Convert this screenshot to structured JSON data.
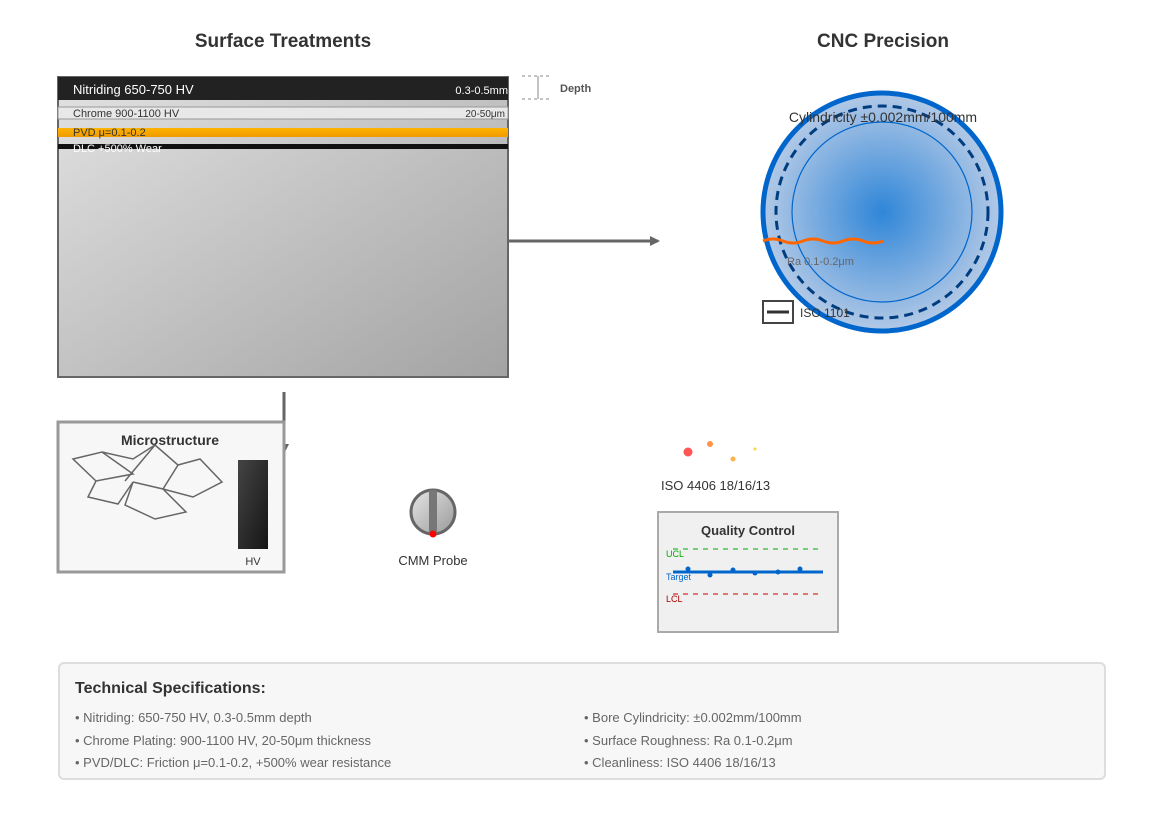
{
  "titles": {
    "left": "Surface Treatments",
    "right": "CNC Precision"
  },
  "layers": {
    "nitriding": {
      "label": "Nitriding 650-750 HV",
      "depth": "0.3-0.5mm"
    },
    "chrome": {
      "label": "Chrome 900-1100 HV",
      "thickness": "20-50μm"
    },
    "pvd": {
      "label": "PVD μ=0.1-0.2"
    },
    "dlc": {
      "label": "DLC +500% Wear"
    },
    "depth_label": "Depth"
  },
  "bore": {
    "cylindricity": "Cylindricity ±0.002mm/100mm",
    "roughness": "Ra 0.1-0.2μm",
    "iso": "ISO 1101"
  },
  "microstructure": {
    "title": "Microstructure",
    "hv": "HV"
  },
  "probe": {
    "label": "CMM Probe"
  },
  "cleanliness": {
    "label": "ISO 4406 18/16/13"
  },
  "qc": {
    "title": "Quality Control",
    "ucl": "UCL",
    "target": "Target",
    "lcl": "LCL"
  },
  "specs": {
    "title": "Technical Specifications:",
    "left": [
      "Nitriding: 650-750 HV, 0.3-0.5mm depth",
      "Chrome Plating: 900-1100 HV, 20-50μm thickness",
      "PVD/DLC: Friction μ=0.1-0.2, +500% wear resistance"
    ],
    "right": [
      "Bore Cylindricity: ±0.002mm/100mm",
      "Surface Roughness: Ra 0.1-0.2μm",
      "Cleanliness: ISO 4406 18/16/13"
    ]
  },
  "colors": {
    "accent": "#0066cc",
    "pvd": "#ffa500",
    "ucl": "#00aa00",
    "lcl": "#cc0000"
  }
}
